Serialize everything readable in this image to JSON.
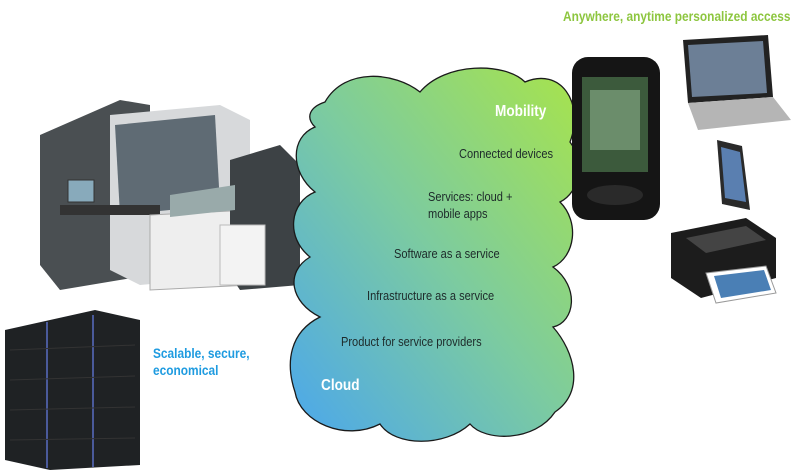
{
  "top_caption": "Anywhere, anytime personalized access",
  "side_caption_line1": "Scalable, secure,",
  "side_caption_line2": "economical",
  "cloud": {
    "top_label": "Mobility",
    "bottom_label": "Cloud",
    "layers": [
      "Connected devices",
      "Services: cloud +",
      "mobile apps",
      "Software as a service",
      "Infrastructure as a service",
      "Product for service providers"
    ],
    "gradient": {
      "top": "#a8e44a",
      "bottom": "#4aa6ee"
    }
  },
  "colors": {
    "green_caption": "#8dc63f",
    "blue_caption": "#1e9be0"
  }
}
